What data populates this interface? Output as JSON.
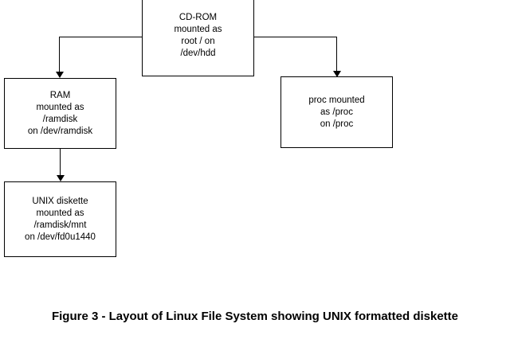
{
  "figure": {
    "caption": "Figure 3 - Layout of Linux File System showing UNIX formatted diskette",
    "background_color": "#ffffff",
    "line_color": "#000000",
    "text_color": "#000000"
  },
  "nodes": {
    "cdrom": {
      "name": "CD-ROM root filesystem",
      "lines": [
        "CD-ROM",
        "mounted as",
        "root / on",
        "/dev/hdd"
      ]
    },
    "ram": {
      "name": "RAM disk",
      "lines": [
        "RAM",
        "mounted as",
        "/ramdisk",
        "on /dev/ramdisk"
      ]
    },
    "proc": {
      "name": "proc filesystem",
      "lines": [
        "proc mounted",
        "as /proc",
        "on /proc"
      ]
    },
    "diskette": {
      "name": "UNIX formatted diskette",
      "lines": [
        "UNIX diskette",
        "mounted as",
        "/ramdisk/mnt",
        "on /dev/fd0u1440"
      ]
    }
  },
  "connectors": [
    {
      "from": "cdrom",
      "to": "ram",
      "style": "elbow-left-down",
      "arrow": "down"
    },
    {
      "from": "cdrom",
      "to": "proc",
      "style": "elbow-right-down",
      "arrow": "down"
    },
    {
      "from": "ram",
      "to": "diskette",
      "style": "straight-down",
      "arrow": "down"
    }
  ]
}
